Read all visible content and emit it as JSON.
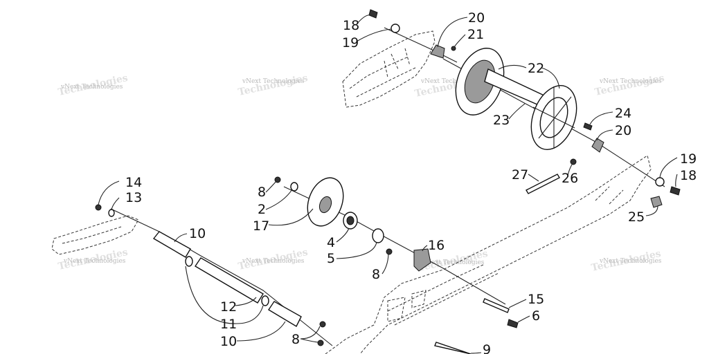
{
  "callouts": [
    {
      "id": "c18a",
      "label": "18"
    },
    {
      "id": "c19a",
      "label": "19"
    },
    {
      "id": "c20a",
      "label": "20"
    },
    {
      "id": "c21",
      "label": "21"
    },
    {
      "id": "c22",
      "label": "22"
    },
    {
      "id": "c23",
      "label": "23"
    },
    {
      "id": "c24",
      "label": "24"
    },
    {
      "id": "c20b",
      "label": "20"
    },
    {
      "id": "c19b",
      "label": "19"
    },
    {
      "id": "c18b",
      "label": "18"
    },
    {
      "id": "c27",
      "label": "27"
    },
    {
      "id": "c26",
      "label": "26"
    },
    {
      "id": "c25",
      "label": "25"
    },
    {
      "id": "c14",
      "label": "14"
    },
    {
      "id": "c13",
      "label": "13"
    },
    {
      "id": "c8a",
      "label": "8"
    },
    {
      "id": "c2",
      "label": "2"
    },
    {
      "id": "c17",
      "label": "17"
    },
    {
      "id": "c4",
      "label": "4"
    },
    {
      "id": "c5",
      "label": "5"
    },
    {
      "id": "c16",
      "label": "16"
    },
    {
      "id": "c8b",
      "label": "8"
    },
    {
      "id": "c10a",
      "label": "10"
    },
    {
      "id": "c12",
      "label": "12"
    },
    {
      "id": "c11",
      "label": "11"
    },
    {
      "id": "c10b",
      "label": "10"
    },
    {
      "id": "c8c",
      "label": "8"
    },
    {
      "id": "c15",
      "label": "15"
    },
    {
      "id": "c6",
      "label": "6"
    },
    {
      "id": "c9",
      "label": "9"
    }
  ],
  "watermark": {
    "line1": "vNext Technologies",
    "line2": "Technologies"
  }
}
